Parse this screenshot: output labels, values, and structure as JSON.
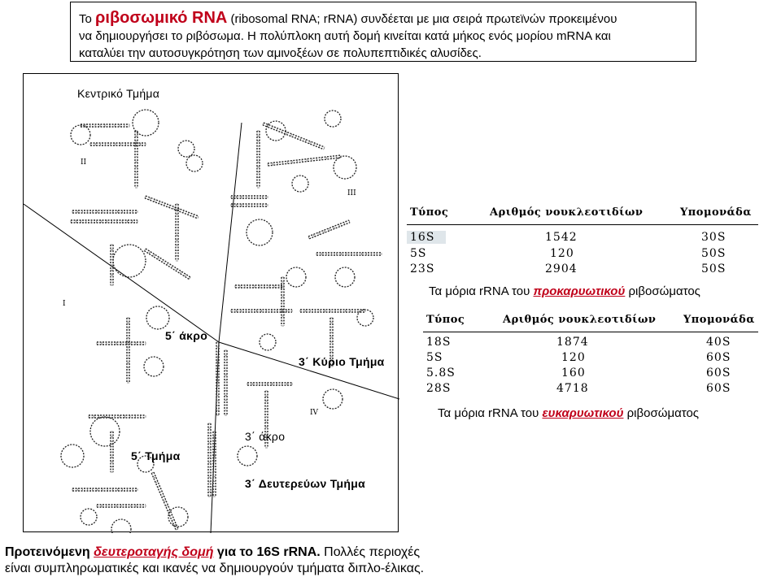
{
  "intro": {
    "pre": "Το ",
    "term": "ριβοσωμικό RNA",
    "line1_rest": " (ribosomal RNA; rRNA) συνδέεται με μια σειρά πρωτεϊνών προκειμένου",
    "line2": "να δημιουργήσει το ριβόσωμα. Η πολύπλοκη αυτή δομή κινείται κατά μήκος ενός μορίου mRNA και",
    "line3": "καταλύει την αυτοσυγκρότηση των αμινοξέων σε πολυπεπτιδικές αλυσίδες."
  },
  "structure": {
    "labels": {
      "central": "Κεντρικό Τμήμα",
      "five_end": "5΄ άκρο",
      "three_major": "3΄ Κύριο Τμήμα",
      "five_domain": "5΄ Τμήμα",
      "three_end": "3΄ άκρο",
      "three_minor": "3΄ Δευτερεύων Τμήμα"
    },
    "roman": {
      "i": "I",
      "ii": "II",
      "iii": "III",
      "iv": "IV"
    }
  },
  "prokaryotic": {
    "headers": [
      "Τύπος",
      "Αριθμός νουκλεοτιδίων",
      "Υπομονάδα"
    ],
    "rows": [
      [
        "16S",
        "1542",
        "30S"
      ],
      [
        "5S",
        "120",
        "50S"
      ],
      [
        "23S",
        "2904",
        "50S"
      ]
    ],
    "caption_pre": "Τα μόρια rRNA του ",
    "caption_em": "προκαρυωτικού",
    "caption_post": " ριβοσώματος"
  },
  "eukaryotic": {
    "headers": [
      "Τύπος",
      "Αριθμός νουκλεοτιδίων",
      "Υπομονάδα"
    ],
    "rows": [
      [
        "18S",
        "1874",
        "40S"
      ],
      [
        "5S",
        "120",
        "60S"
      ],
      [
        "5.8S",
        "160",
        "60S"
      ],
      [
        "28S",
        "4718",
        "60S"
      ]
    ],
    "caption_pre": "Τα μόρια rRNA του ",
    "caption_em": "ευκαρυωτικού",
    "caption_post": " ριβοσώματος"
  },
  "bottom": {
    "pre": "Προτεινόμενη ",
    "em": "δευτεροταγής δομή",
    "post": " για το 16S rRNA.",
    "rest1": " Πολλές περιοχές",
    "line2": "είναι συμπληρωματικές και ικανές να δημιουργούν τμήματα διπλο-έλικας."
  },
  "colors": {
    "accent": "#c0001a",
    "highlight": "#dfe6ea"
  }
}
